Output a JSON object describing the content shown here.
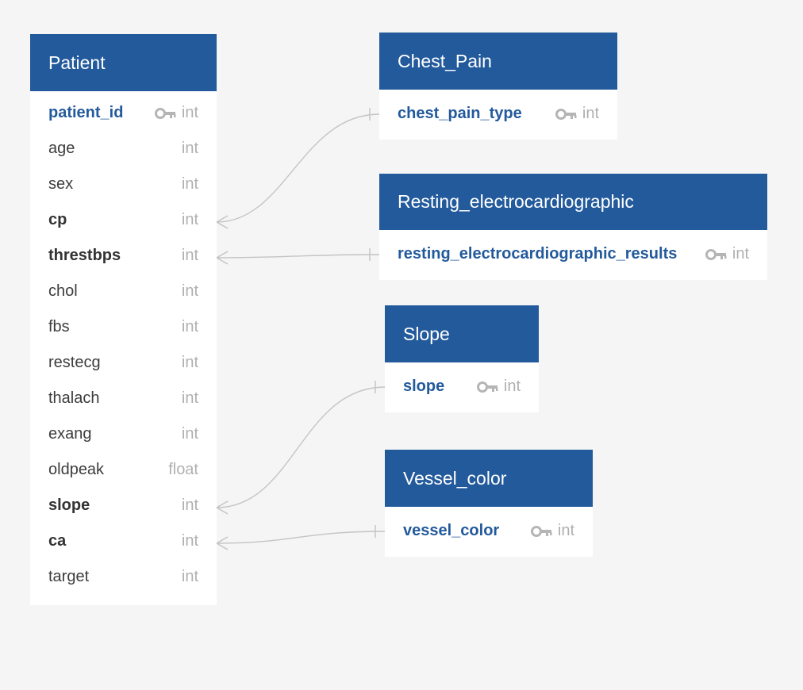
{
  "colors": {
    "background": "#f4f5f4",
    "header": "#235a9c",
    "primary_key_text": "#235a9c",
    "type_text": "#b0b0b0",
    "connector": "#c4c4c4"
  },
  "tables": {
    "patient": {
      "name": "Patient",
      "columns": [
        {
          "name": "patient_id",
          "type": "int",
          "primary_key": true
        },
        {
          "name": "age",
          "type": "int"
        },
        {
          "name": "sex",
          "type": "int"
        },
        {
          "name": "cp",
          "type": "int",
          "foreign_key": true
        },
        {
          "name": "threstbps",
          "type": "int",
          "foreign_key": true
        },
        {
          "name": "chol",
          "type": "int"
        },
        {
          "name": "fbs",
          "type": "int"
        },
        {
          "name": "restecg",
          "type": "int"
        },
        {
          "name": "thalach",
          "type": "int"
        },
        {
          "name": "exang",
          "type": "int"
        },
        {
          "name": "oldpeak",
          "type": "float"
        },
        {
          "name": "slope",
          "type": "int",
          "foreign_key": true
        },
        {
          "name": "ca",
          "type": "int",
          "foreign_key": true
        },
        {
          "name": "target",
          "type": "int"
        }
      ]
    },
    "chest_pain": {
      "name": "Chest_Pain",
      "columns": [
        {
          "name": "chest_pain_type",
          "type": "int",
          "primary_key": true
        }
      ]
    },
    "resting": {
      "name": "Resting_electrocardiographic",
      "columns": [
        {
          "name": "resting_electrocardiographic_results",
          "type": "int",
          "primary_key": true
        }
      ]
    },
    "slope": {
      "name": "Slope",
      "columns": [
        {
          "name": "slope",
          "type": "int",
          "primary_key": true
        }
      ]
    },
    "vessel_color": {
      "name": "Vessel_color",
      "columns": [
        {
          "name": "vessel_color",
          "type": "int",
          "primary_key": true
        }
      ]
    }
  },
  "relationships": [
    {
      "from": "Patient.cp",
      "to": "Chest_Pain.chest_pain_type",
      "cardinality": "many-to-one"
    },
    {
      "from": "Patient.threstbps",
      "to": "Resting_electrocardiographic.resting_electrocardiographic_results",
      "cardinality": "many-to-one"
    },
    {
      "from": "Patient.slope",
      "to": "Slope.slope",
      "cardinality": "many-to-one"
    },
    {
      "from": "Patient.ca",
      "to": "Vessel_color.vessel_color",
      "cardinality": "many-to-one"
    }
  ],
  "icons": {
    "primary_key": "key-icon"
  }
}
